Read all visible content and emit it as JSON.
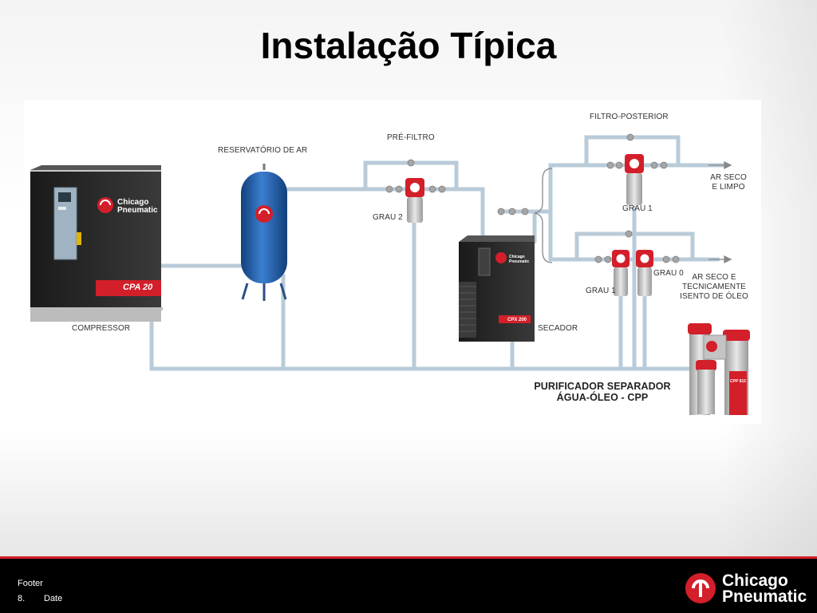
{
  "slide": {
    "title": "Instalação Típica"
  },
  "diagram": {
    "labels": {
      "reservatorio": "RESERVATÓRIO DE AR",
      "pre_filtro": "PRÉ-FILTRO",
      "filtro_posterior": "FILTRO-POSTERIOR",
      "grau_2": "GRAU 2",
      "grau_1_top": "GRAU 1",
      "grau_1_bottom": "GRAU 1",
      "grau_0": "GRAU 0",
      "ar_seco_limpo_1": "AR SECO",
      "ar_seco_limpo_2": "E LIMPO",
      "ar_seco_isento_1": "AR SECO E",
      "ar_seco_isento_2": "TECNICAMENTE",
      "ar_seco_isento_3": "ISENTO DE ÓLEO",
      "compressor": "COMPRESSOR",
      "secador": "SECADOR",
      "purificador_1": "PURIFICADOR SEPARADOR",
      "purificador_2": "ÁGUA-ÓLEO - CPP"
    },
    "device_text": {
      "compressor_brand_1": "Chicago",
      "compressor_brand_2": "Pneumatic",
      "compressor_model": "CPA 20",
      "dryer_brand": "Chicago Pneumatic",
      "dryer_model": "CPX 200",
      "purifier_model": "CPP 815"
    },
    "colors": {
      "pipe": "#b9cbd9",
      "tank": "#1f5fae",
      "brand_red": "#d31f2a",
      "machine_dark": "#2b2b2b"
    }
  },
  "footer": {
    "footer_label": "Footer",
    "slide_number": "8.",
    "date_label": "Date",
    "logo_line1": "Chicago",
    "logo_line2": "Pneumatic"
  }
}
